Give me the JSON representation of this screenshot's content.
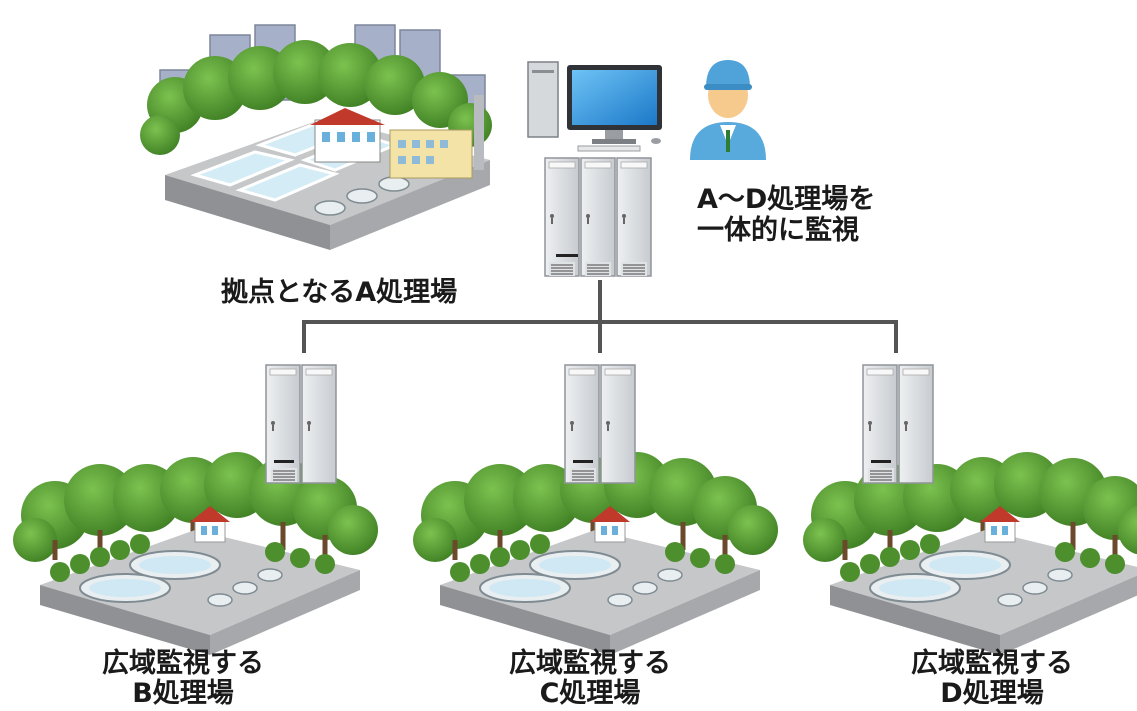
{
  "hub": {
    "name": "拠点となるA処理場",
    "operator_caption_line1": "A〜D処理場を",
    "operator_caption_line2": "一体的に監視"
  },
  "plants": [
    {
      "line1": "広域監視する",
      "line2": "B処理場"
    },
    {
      "line1": "広域監視する",
      "line2": "C処理場"
    },
    {
      "line1": "広域監視する",
      "line2": "D処理場"
    }
  ],
  "colors": {
    "tree": "#5fa53a",
    "tree_dark": "#3f7f24",
    "ground": "#b7b9bb",
    "ground_side": "#8b8d90",
    "panel": "#d9dcdf",
    "panel_dark": "#a9adb1",
    "line": "#555555",
    "water": "#cfe8f3",
    "roof": "#c0392b",
    "worker": "#4fa3d8"
  },
  "icons": [
    "treatment-plant-icon",
    "desktop-computer-icon",
    "operator-icon",
    "server-cabinet-icon"
  ]
}
